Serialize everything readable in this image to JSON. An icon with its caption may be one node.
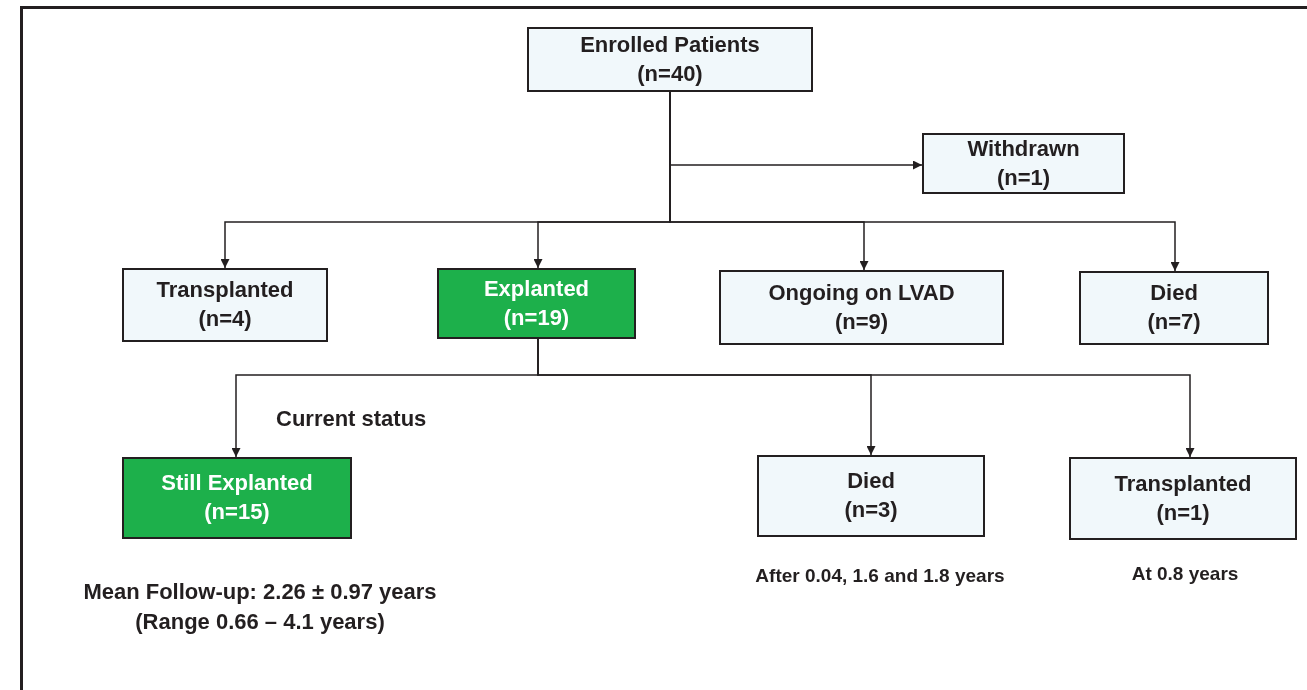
{
  "diagram": {
    "nodes": [
      {
        "text": [
          "Enrolled Patients",
          "(n=40)"
        ]
      },
      {
        "text": [
          "Withdrawn",
          "(n=1)"
        ]
      },
      {
        "text": [
          "Transplanted",
          "(n=4)"
        ]
      },
      {
        "text": [
          "Explanted",
          "(n=19)"
        ]
      },
      {
        "text": [
          "Ongoing on LVAD",
          "(n=9)"
        ]
      },
      {
        "text": [
          "Died",
          "(n=7)"
        ]
      },
      {
        "text": [
          "Still Explanted",
          "(n=15)"
        ],
        "beside": [
          "Mean Follow-up: 2.26 ± 0.97 years",
          "(Range 0.66 – 4.1 years)"
        ]
      },
      {
        "text": [
          "Died",
          "(n=3)"
        ],
        "beside": [
          "After 0.04, 1.6 and 1.8 years"
        ]
      },
      {
        "text": [
          "Transplanted",
          "(n=1)"
        ],
        "beside": [
          "At 0.8 years"
        ]
      }
    ],
    "edges": [
      {
        "from": 0,
        "to": 1,
        "arrow": "to"
      },
      {
        "from": 0,
        "to": 2,
        "arrow": "to"
      },
      {
        "from": 0,
        "to": 3,
        "arrow": "to"
      },
      {
        "from": 0,
        "to": 4,
        "arrow": "to"
      },
      {
        "from": 0,
        "to": 5,
        "arrow": "to"
      },
      {
        "from": 3,
        "to": 6,
        "arrow": "to"
      },
      {
        "from": 3,
        "to": 7,
        "arrow": "to"
      },
      {
        "from": 3,
        "to": 8,
        "arrow": "to"
      }
    ],
    "labels": [
      "Current status"
    ]
  }
}
